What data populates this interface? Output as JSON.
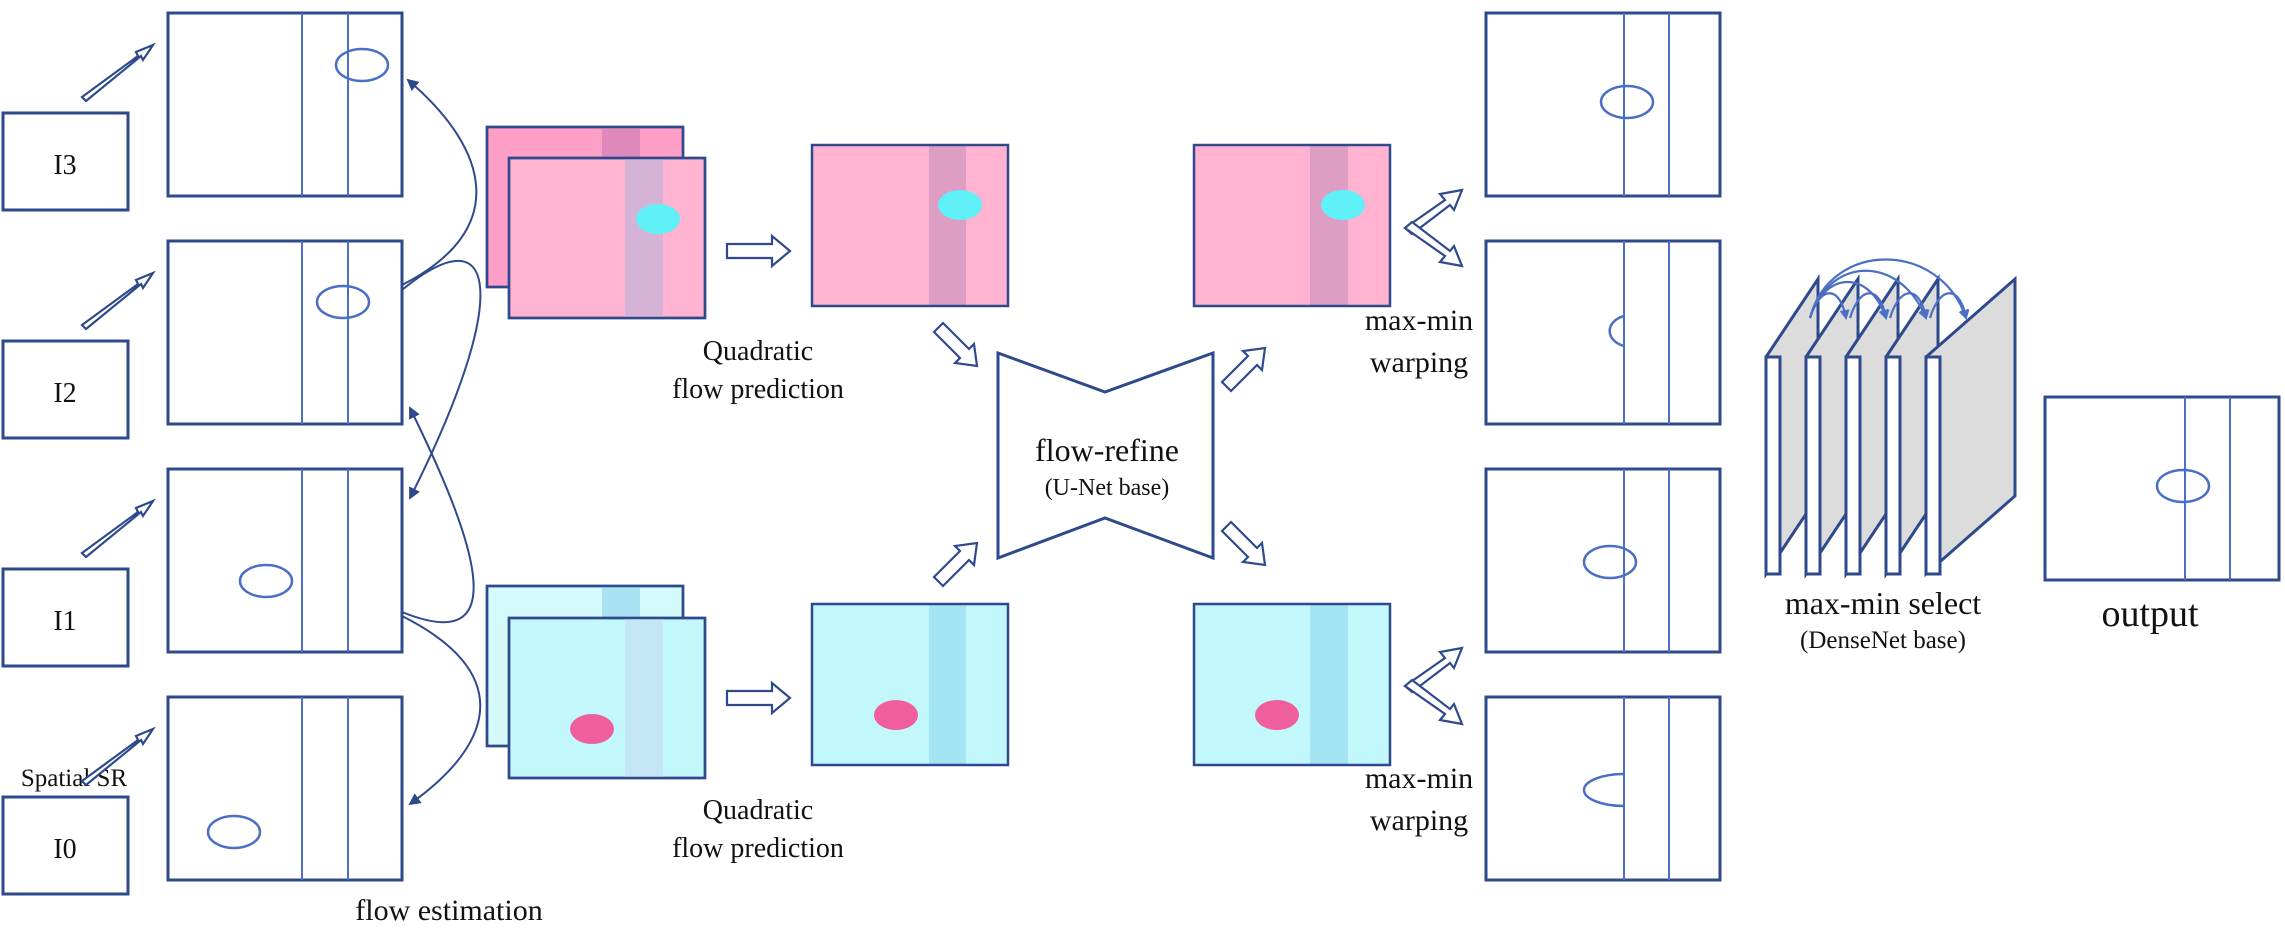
{
  "inputs": [
    "I0",
    "I1",
    "I2",
    "I3"
  ],
  "labels": {
    "spatial_sr": "Spatial SR",
    "flow_estimation": "flow estimation",
    "quadratic_top_line1": "Quadratic",
    "quadratic_top_line2": "flow prediction",
    "quadratic_bottom_line1": "Quadratic",
    "quadratic_bottom_line2": "flow prediction",
    "flow_refine": "flow-refine",
    "flow_refine_sub": "(U-Net base)",
    "maxmin_warp_top_line1": "max-min",
    "maxmin_warp_top_line2": "warping",
    "maxmin_warp_bottom_line1": "max-min",
    "maxmin_warp_bottom_line2": "warping",
    "maxmin_select": "max-min select",
    "maxmin_select_sub": "(DenseNet base)",
    "output": "output"
  },
  "colors": {
    "frame_stroke": "#2e4a8c",
    "line": "#4a6fc4",
    "pink_fill": "#ffb3d1",
    "pink_band": "#de9ec3",
    "cyan_fill": "#c2f8fb",
    "cyan_band": "#a5e4f3",
    "cyan_dot": "#5ff0f8",
    "pink_dot": "#ef5f9b",
    "layer_gray": "#dcdcdc"
  }
}
